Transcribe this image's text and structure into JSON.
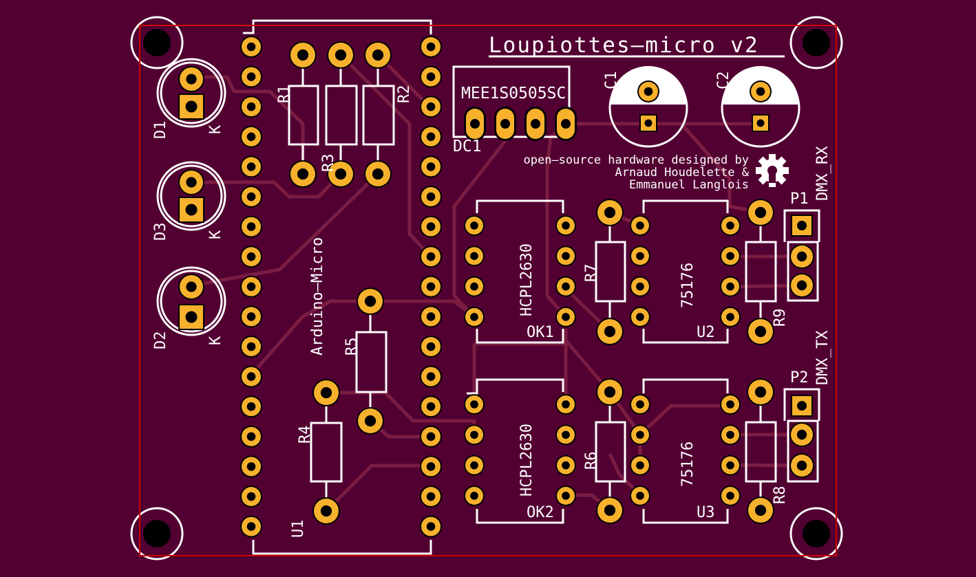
{
  "board": {
    "title": "Loupiottes—micro v2",
    "credit_line1": "open—source hardware designed by",
    "credit_line2": "Arnaud Houdelette &",
    "credit_line3": "Emmanuel Langlois",
    "logo": "open-source-hardware-gear-icon",
    "colors": {
      "board": "#520032",
      "pad": "#f7b12c",
      "trace": "#7b1d42",
      "silkscreen": "#ffffff",
      "edge": "#cc0000"
    }
  },
  "components": {
    "d1": "D1",
    "d2": "D2",
    "d3": "D3",
    "k": "K",
    "r1": "R1",
    "r2": "R2",
    "r3": "R3",
    "r4": "R4",
    "r5": "R5",
    "r6": "R6",
    "r7": "R7",
    "r8": "R8",
    "r9": "R9",
    "u1": "U1",
    "u1_value": "Arduino—Micro",
    "dc1": "DC1",
    "dc1_value": "MEE1S0505SC",
    "c1": "C1",
    "c2": "C2",
    "ok1": "OK1",
    "ok2": "OK2",
    "ok_value": "HCPL2630",
    "u2": "U2",
    "u3": "U3",
    "u_value": "75176",
    "p1": "P1",
    "p2": "P2",
    "p1_value": "DMX_RX",
    "p2_value": "DMX_TX"
  }
}
